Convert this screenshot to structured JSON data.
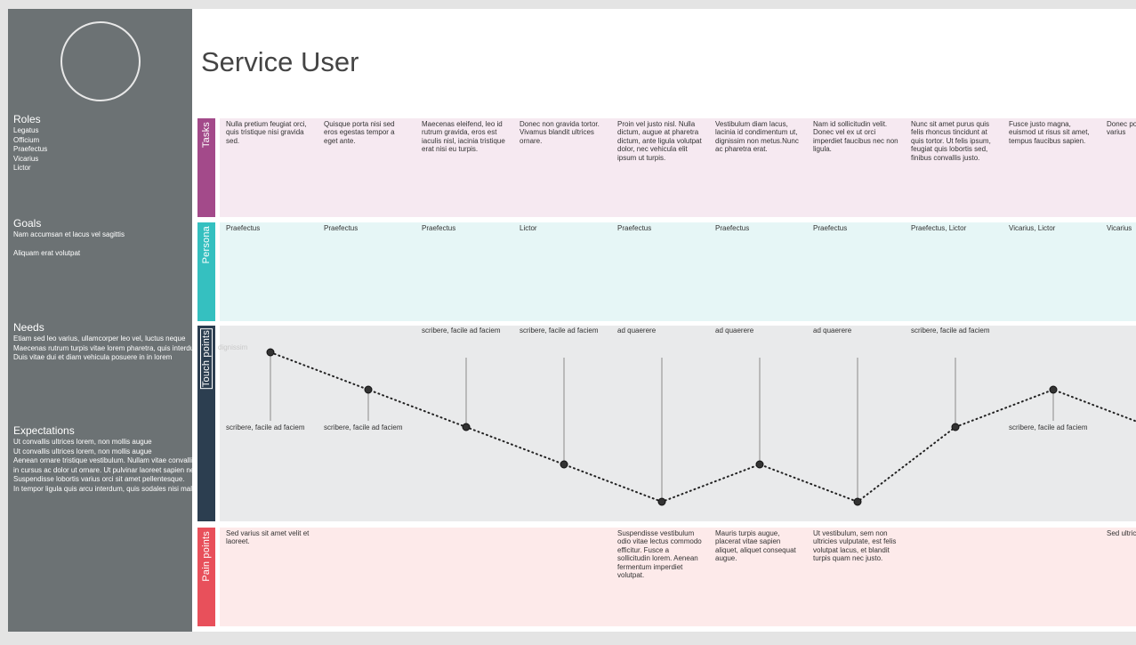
{
  "page": {
    "title": "Service User"
  },
  "sidebar": {
    "roles": {
      "title": "Roles",
      "lines": [
        "Legatus",
        "Officium",
        "Praefectus",
        "Vicarius",
        "Lictor"
      ]
    },
    "goals": {
      "title": "Goals",
      "lines": [
        "Nam accumsan et lacus vel sagittis",
        "",
        "Aliquam erat volutpat"
      ]
    },
    "needs": {
      "title": "Needs",
      "lines": [
        "Etiam sed leo varius, ullamcorper leo vel, luctus neque",
        "Maecenas rutrum turpis vitae lorem pharetra, quis interdum",
        "Duis vitae dui et diam vehicula posuere in in lorem"
      ]
    },
    "expectations": {
      "title": "Expectations",
      "lines": [
        "Ut convallis ultrices lorem, non mollis augue",
        "Ut convallis ultrices lorem, non mollis augue",
        "Aenean ornare tristique vestibulum. Nullam vitae convallis",
        "in cursus ac dolor ut ornare. Ut pulvinar laoreet sapien nec",
        "Suspendisse lobortis varius orci sit amet pellentesque.",
        "In tempor ligula quis arcu interdum, quis sodales nisi malesuada"
      ]
    }
  },
  "lanes": {
    "tasks": {
      "label": "Tasks",
      "cells": [
        "Nulla pretium feugiat orci, quis tristique nisi gravida sed.",
        "Quisque porta nisi sed eros egestas tempor a eget ante.",
        "Maecenas eleifend, leo id rutrum gravida, eros est iaculis nisl, iacinia tristique erat nisi eu turpis.",
        "Donec non gravida tortor. Vivamus blandit ultrices ornare.",
        "Proin vel justo nisl. Nulla dictum, augue at pharetra dictum, ante ligula volutpat dolor, nec vehicula elit ipsum ut turpis.",
        "Vestibulum diam lacus, lacinia id condimentum ut, dignissim non metus.Nunc ac pharetra erat.",
        "Nam id sollicitudin velit. Donec vel ex ut orci imperdiet faucibus nec non ligula.",
        "Nunc sit amet purus quis felis rhoncus tincidunt at quis tortor. Ut felis ipsum, feugiat quis lobortis sed, finibus convallis justo.",
        "Fusce justo magna, euismod ut risus sit amet, tempus faucibus sapien.",
        "Donec porttitor arcu a varius"
      ]
    },
    "persona": {
      "label": "Persona",
      "cells": [
        "Praefectus",
        "Praefectus",
        "Praefectus",
        "Lictor",
        "Praefectus",
        "Praefectus",
        "Praefectus",
        "Praefectus, Lictor",
        "Vicarius, Lictor",
        "Vicarius"
      ]
    },
    "touch": {
      "label": "Touch points",
      "ghost_label": "dignissim",
      "points": [
        {
          "level": 1,
          "label": "scribere, facile ad faciem"
        },
        {
          "level": 2,
          "label": "scribere, facile ad faciem"
        },
        {
          "level": 3,
          "label": "scribere, facile ad faciem"
        },
        {
          "level": 4,
          "label": "scribere, facile ad faciem"
        },
        {
          "level": 5,
          "label": "ad quaerere"
        },
        {
          "level": 4,
          "label": "ad quaerere"
        },
        {
          "level": 5,
          "label": "ad quaerere"
        },
        {
          "level": 3,
          "label": "scribere, facile ad faciem"
        },
        {
          "level": 2,
          "label": "scribere, facile ad faciem"
        },
        {
          "level": 3,
          "label": ""
        }
      ]
    },
    "pain": {
      "label": "Pain points",
      "cells": [
        "Sed varius sit amet velit et laoreet.",
        "",
        "",
        "",
        "Suspendisse vestibulum odio vitae lectus commodo efficitur. Fusce a sollicitudin lorem. Aenean fermentum imperdiet volutpat.",
        "Mauris turpis augue, placerat vitae sapien aliquet, aliquet consequat augue.",
        "Ut vestibulum, sem non ultricies vulputate, est felis volutpat lacus, et blandit turpis quam nec justo.",
        "",
        "",
        "Sed ultricies pharetra"
      ]
    }
  },
  "colors": {
    "tasks": "#a34a8a",
    "persona": "#35c0c0",
    "touch": "#2c3e50",
    "pain": "#e8505b",
    "sidebar": "#6c7274"
  }
}
